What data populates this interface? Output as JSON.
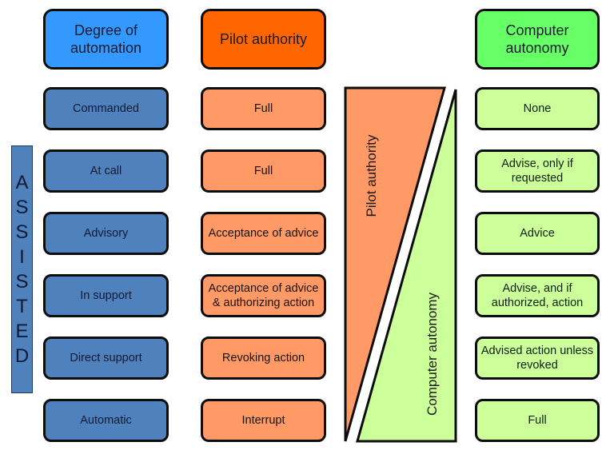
{
  "headers": {
    "degree": "Degree of automation",
    "pilot": "Pilot authority",
    "computer": "Computer autonomy"
  },
  "side_label": "ASSISTED",
  "side_letters": [
    "A",
    "S",
    "S",
    "I",
    "S",
    "T",
    "E",
    "D"
  ],
  "wedges": {
    "pilot_label": "Pilot authority",
    "computer_label": "Computer autonomy"
  },
  "rows": [
    {
      "degree": "Commanded",
      "pilot": "Full",
      "computer": "None"
    },
    {
      "degree": "At call",
      "pilot": "Full",
      "computer": "Advise, only if requested"
    },
    {
      "degree": "Advisory",
      "pilot": "Acceptance of advice",
      "computer": "Advice"
    },
    {
      "degree": "In support",
      "pilot": "Acceptance of advice & authorizing action",
      "computer": "Advise, and if authorized, action"
    },
    {
      "degree": "Direct support",
      "pilot": "Revoking action",
      "computer": "Advised action unless revoked"
    },
    {
      "degree": "Automatic",
      "pilot": "Interrupt",
      "computer": "Full"
    }
  ],
  "colors": {
    "degree_header": "#3399ff",
    "pilot_header": "#ff6600",
    "computer_header": "#66ff66",
    "degree_cell": "#4f81bd",
    "pilot_cell": "#ff9966",
    "computer_cell": "#ccff99"
  }
}
